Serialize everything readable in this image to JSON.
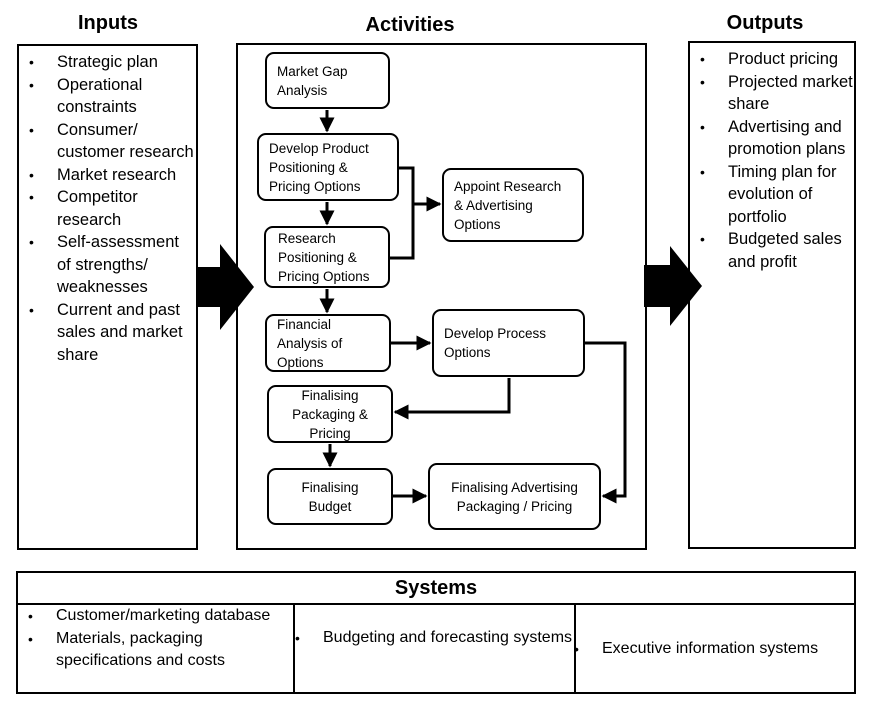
{
  "inputs": {
    "title": "Inputs",
    "items": [
      "Strategic plan",
      "Operational constraints",
      "Consumer/ customer research",
      "Market research",
      "Competitor research",
      "Self-assessment of strengths/ weaknesses",
      "Current and past sales and market share"
    ]
  },
  "activities": {
    "title": "Activities",
    "boxes": {
      "market_gap": "Market  Gap\nAnalysis",
      "develop_positioning": "Develop Product\nPositioning  &\nPricing Options",
      "appoint_research": "Appoint Research\n& Advertising\nOptions",
      "research_positioning": "Research\nPositioning &\nPricing Options",
      "financial_analysis": "Financial\nAnalysis of\nOptions",
      "develop_process": "Develop Process\nOptions",
      "finalising_packaging": "Finalising\nPackaging &\nPricing",
      "finalising_budget": "Finalising\nBudget",
      "finalising_advertising": "Finalising  Advertising\nPackaging  / Pricing"
    }
  },
  "outputs": {
    "title": "Outputs",
    "items": [
      "Product pricing",
      "Projected market share",
      "Advertising and promotion plans",
      "Timing plan for evolution of portfolio",
      "Budgeted sales and profit"
    ]
  },
  "systems": {
    "title": "Systems",
    "col1": [
      "Customer/marketing database",
      "Materials, packaging specifications and costs"
    ],
    "col2": [
      "Budgeting and forecasting systems"
    ],
    "col3": [
      "Executive information systems"
    ]
  }
}
